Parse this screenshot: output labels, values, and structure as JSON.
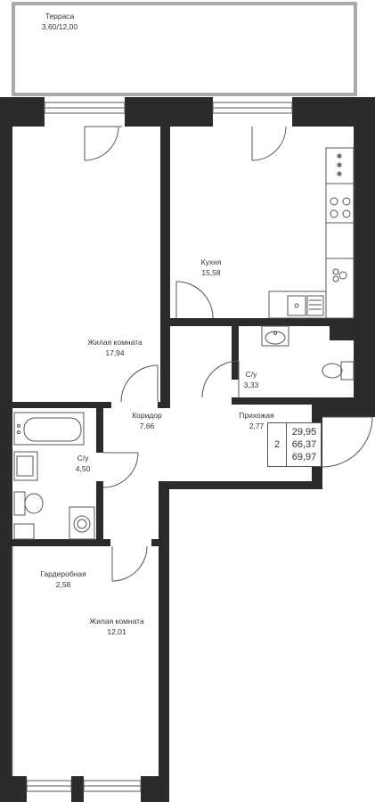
{
  "rooms": {
    "terrace": {
      "name": "Терраса",
      "area": "3,60/12,00"
    },
    "living1": {
      "name": "Жилая комната",
      "area": "17,94"
    },
    "kitchen": {
      "name": "Кухня",
      "area": "15,58"
    },
    "bath_top": {
      "name": "С/у",
      "area": "3,33"
    },
    "hallway": {
      "name": "Прихожая",
      "area": "2,77"
    },
    "corridor": {
      "name": "Коридор",
      "area": "7,66"
    },
    "bath_left": {
      "name": "С/у",
      "area": "4,50"
    },
    "wardrobe": {
      "name": "Гардеробная",
      "area": "2,58"
    },
    "living2": {
      "name": "Жилая комната",
      "area": "12,01"
    }
  },
  "summary": {
    "room_count": "2",
    "living_area": "29,95",
    "total_area": "66,37",
    "total_area_with_terrace": "69,97"
  },
  "colors": {
    "wall": "#2b2b2b",
    "fixture": "#555555",
    "background": "#ffffff"
  }
}
